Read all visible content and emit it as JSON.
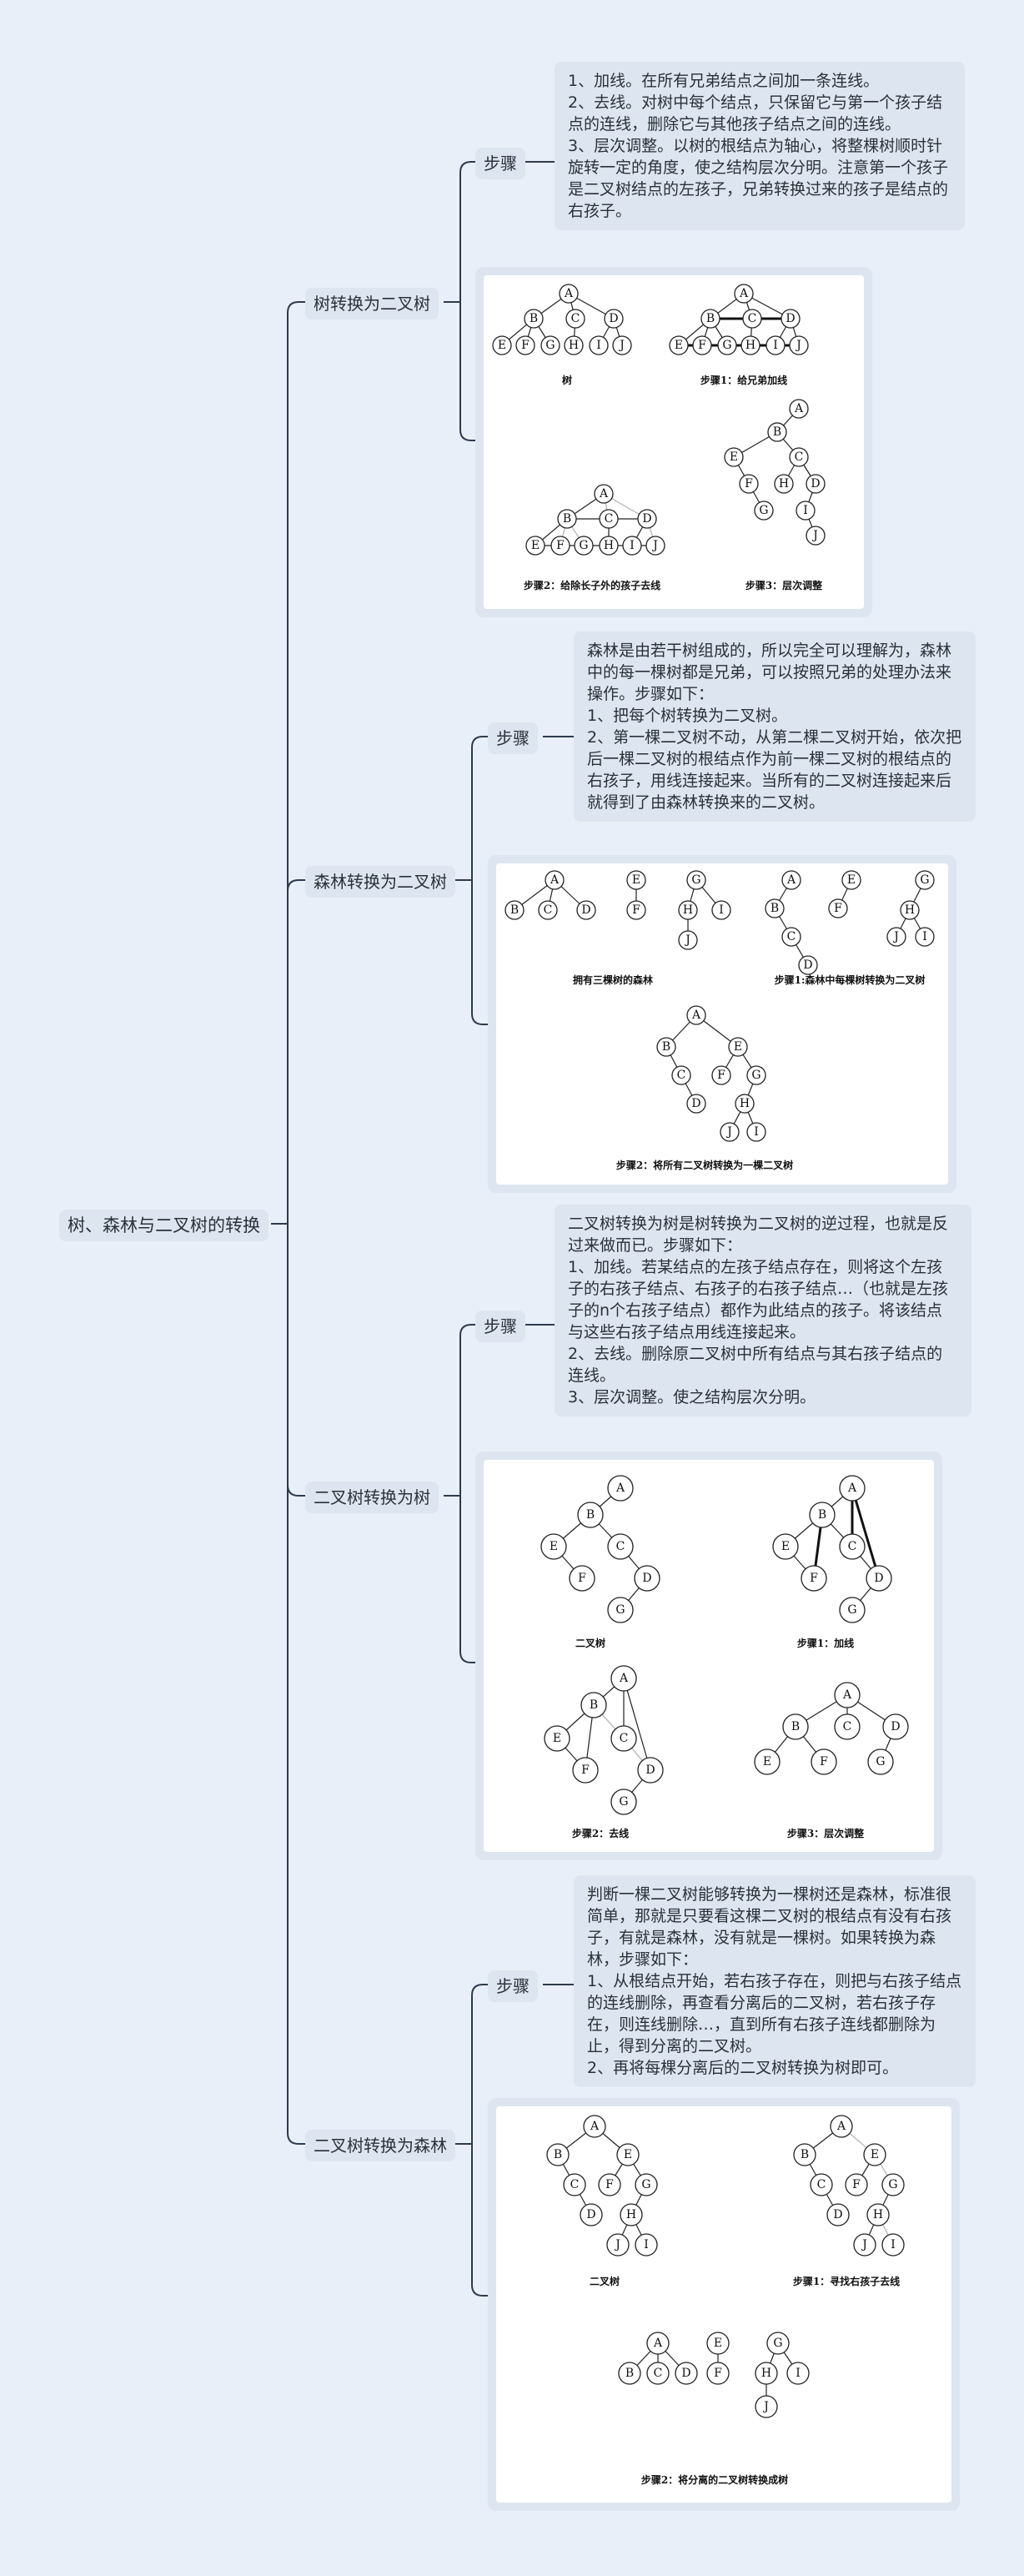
{
  "root": "树、森林与二叉树的转换",
  "step_label": "步骤",
  "letters": [
    "A",
    "B",
    "C",
    "D",
    "E",
    "F",
    "G",
    "H",
    "I",
    "J"
  ],
  "branches": [
    {
      "title": "树转换为二叉树",
      "steps": [
        "1、加线。在所有兄弟结点之间加一条连线。",
        "2、去线。对树中每个结点，只保留它与第一个孩子结点的连线，删除它与其他孩子结点之间的连线。",
        "3、层次调整。以树的根结点为轴心，将整棵树顺时针旋转一定的角度，使之结构层次分明。注意第一个孩子是二叉树结点的左孩子，兄弟转换过来的孩子是结点的右孩子。"
      ],
      "captions": [
        "树",
        "步骤1：给兄弟加线",
        "步骤2：给除长子外的孩子去线",
        "步骤3：层次调整"
      ]
    },
    {
      "title": "森林转换为二叉树",
      "steps": [
        "森林是由若干树组成的，所以完全可以理解为，森林中的每一棵树都是兄弟，可以按照兄弟的处理办法来操作。步骤如下：",
        "1、把每个树转换为二叉树。",
        "2、第一棵二叉树不动，从第二棵二叉树开始，依次把后一棵二叉树的根结点作为前一棵二叉树的根结点的右孩子，用线连接起来。当所有的二叉树连接起来后就得到了由森林转换来的二叉树。"
      ],
      "captions": [
        "拥有三棵树的森林",
        "步骤1:森林中每棵树转换为二叉树",
        "步骤2：将所有二叉树转换为一棵二叉树"
      ]
    },
    {
      "title": "二叉树转换为树",
      "steps": [
        "二叉树转换为树是树转换为二叉树的逆过程，也就是反过来做而已。步骤如下：",
        "1、加线。若某结点的左孩子结点存在，则将这个左孩子的右孩子结点、右孩子的右孩子结点…（也就是左孩子的n个右孩子结点）都作为此结点的孩子。将该结点与这些右孩子结点用线连接起来。",
        "2、去线。删除原二叉树中所有结点与其右孩子结点的连线。",
        "3、层次调整。使之结构层次分明。"
      ],
      "captions": [
        "二叉树",
        "步骤1：加线",
        "步骤2：去线",
        "步骤3：层次调整"
      ]
    },
    {
      "title": "二叉树转换为森林",
      "steps": [
        "判断一棵二叉树能够转换为一棵树还是森林，标准很简单，那就是只要看这棵二叉树的根结点有没有右孩子，有就是森林，没有就是一棵树。如果转换为森林，步骤如下：",
        "1、从根结点开始，若右孩子存在，则把与右孩子结点的连线删除，再查看分离后的二叉树，若右孩子存在，则连线删除…，直到所有右孩子连线都删除为止，得到分离的二叉树。",
        "2、再将每棵分离后的二叉树转换为树即可。"
      ],
      "captions": [
        "二叉树",
        "步骤1：寻找右孩子去线",
        "步骤2：将分离的二叉树转换成树"
      ]
    }
  ]
}
